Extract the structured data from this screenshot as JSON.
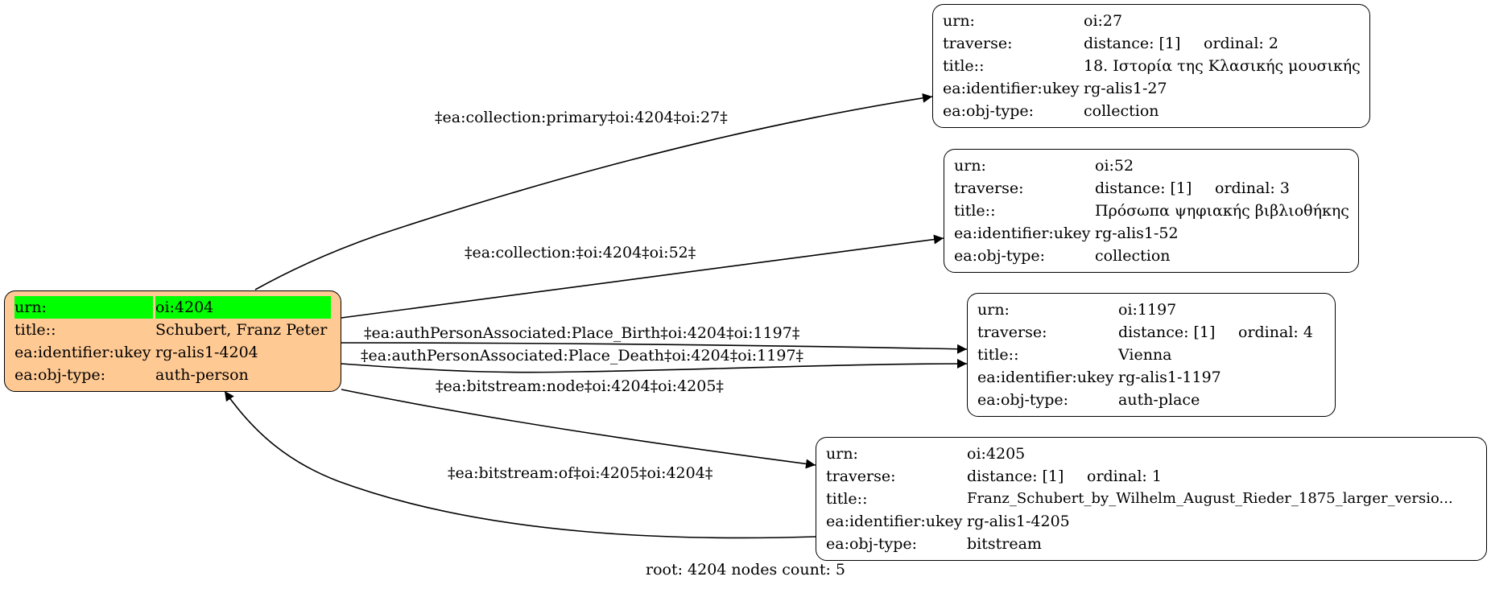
{
  "root_node": {
    "rows": [
      {
        "key": "urn:",
        "value": "oi:4204"
      },
      {
        "key": "title::",
        "value": "Schubert, Franz Peter"
      },
      {
        "key": "ea:identifier:ukey",
        "value": "rg-alis1-4204"
      },
      {
        "key": "ea:obj-type:",
        "value": "auth-person"
      }
    ]
  },
  "nodes": [
    {
      "rows": [
        {
          "key": "urn:",
          "value": "oi:27"
        },
        {
          "key": "traverse:",
          "value": "distance: [1]",
          "value2": "ordinal: 2"
        },
        {
          "key": "title::",
          "value": "18. Ιστορία της Κλασικής μουσικής"
        },
        {
          "key": "ea:identifier:ukey",
          "value": "rg-alis1-27"
        },
        {
          "key": "ea:obj-type:",
          "value": "collection"
        }
      ]
    },
    {
      "rows": [
        {
          "key": "urn:",
          "value": "oi:52"
        },
        {
          "key": "traverse:",
          "value": "distance: [1]",
          "value2": "ordinal: 3"
        },
        {
          "key": "title::",
          "value": "Πρόσωπα ψηφιακής βιβλιοθήκης"
        },
        {
          "key": "ea:identifier:ukey",
          "value": "rg-alis1-52"
        },
        {
          "key": "ea:obj-type:",
          "value": "collection"
        }
      ]
    },
    {
      "rows": [
        {
          "key": "urn:",
          "value": "oi:1197"
        },
        {
          "key": "traverse:",
          "value": "distance: [1]",
          "value2": "ordinal: 4"
        },
        {
          "key": "title::",
          "value": "Vienna"
        },
        {
          "key": "ea:identifier:ukey",
          "value": "rg-alis1-1197"
        },
        {
          "key": "ea:obj-type:",
          "value": "auth-place"
        }
      ]
    },
    {
      "rows": [
        {
          "key": "urn:",
          "value": "oi:4205"
        },
        {
          "key": "traverse:",
          "value": "distance: [1]",
          "value2": "ordinal: 1"
        },
        {
          "key": "title::",
          "value": "Franz_Schubert_by_Wilhelm_August_Rieder_1875_larger_versio..."
        },
        {
          "key": "ea:identifier:ukey",
          "value": "rg-alis1-4205"
        },
        {
          "key": "ea:obj-type:",
          "value": "bitstream"
        }
      ]
    }
  ],
  "edges": [
    {
      "label": "‡ea:collection:primary‡oi:4204‡oi:27‡"
    },
    {
      "label": "‡ea:collection:‡oi:4204‡oi:52‡"
    },
    {
      "label": "‡ea:authPersonAssociated:Place_Birth‡oi:4204‡oi:1197‡"
    },
    {
      "label": "‡ea:authPersonAssociated:Place_Death‡oi:4204‡oi:1197‡"
    },
    {
      "label": "‡ea:bitstream:node‡oi:4204‡oi:4205‡"
    },
    {
      "label": "‡ea:bitstream:of‡oi:4205‡oi:4204‡"
    }
  ],
  "colors": {
    "root_fill": "#ffc993",
    "urn_highlight": "#00ff00",
    "stroke": "#000000"
  },
  "footer": "root: 4204 nodes count: 5"
}
